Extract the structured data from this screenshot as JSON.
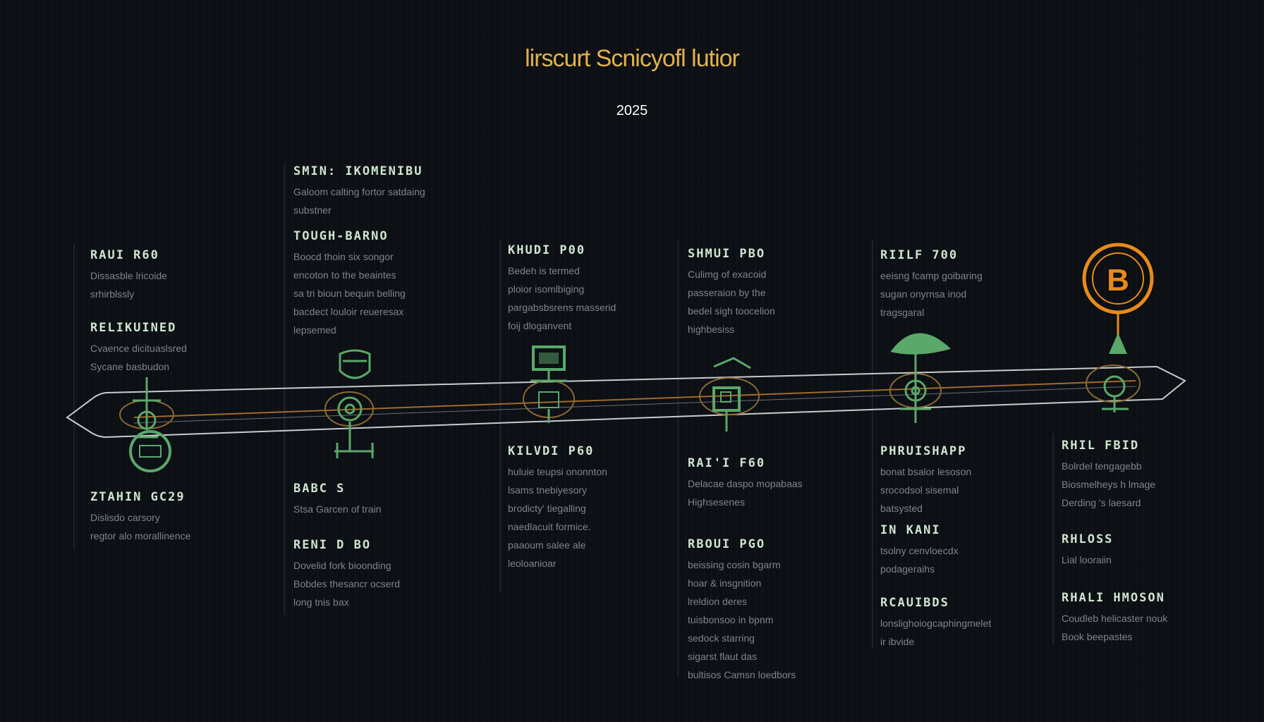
{
  "title": "lirscurt Scnicyofl lutior",
  "year": "2025",
  "colors": {
    "background": "#0c0f14",
    "title": "#e0b24a",
    "accent_green": "#5aa86a",
    "accent_orange": "#e88a1a",
    "track": "#c8ccd0",
    "track_inner": "#a06a2a"
  },
  "nodes": [
    {
      "icon": "coin-stack-icon"
    },
    {
      "icon": "shield-icon"
    },
    {
      "icon": "computer-icon"
    },
    {
      "icon": "wallet-icon"
    },
    {
      "icon": "mushroom-icon"
    },
    {
      "icon": "bitcoin-icon",
      "badge": "B"
    }
  ],
  "blocks": [
    {
      "heading": "RAUI R60",
      "text": "Dissasble lricoide\nsrhirblssly"
    },
    {
      "heading": "RELIKUINED",
      "text": "Cvaence dicituaslsred\nSycane basbudon"
    },
    {
      "heading": "ZTAHIN GC29",
      "text": "Dislisdo carsory\nregtor alo morallinence"
    },
    {
      "heading": "SMIN: IKOMENIBU",
      "text": "Galoom calting fortor satdaing\nsubstner"
    },
    {
      "heading": "TOUGH-BARNO",
      "text": "Boocd thoin six songor\nencoton to the beaintes\nsa tri bioun bequin belling\nbacdect louloir reueresax\nlepsemed"
    },
    {
      "heading": "BABC S",
      "text": "Stsa Garcen of train"
    },
    {
      "heading": "RENI D BO",
      "text": "Dovelid fork bioonding\nBobdes thesancr ocserd\nlong tnis bax"
    },
    {
      "heading": "KHUDI P00",
      "text": "Bedeh is termed\nploior isomlbiging\npargabsbsrens masserid\nfoij dloganvent"
    },
    {
      "heading": "KILVDI P60",
      "text": "huluie teupsi ononnton\nlsams tnebiyesory\nbrodicty' tiegalling\nnaedlacuit formice.\npaaoum salee ale\nleoloanioar"
    },
    {
      "heading": "SHMUI PBO",
      "text": "Culimg of exacoid\npasseraion by the\nbedel sigh toocelion\nhighbesiss"
    },
    {
      "heading": "RAI'I F60",
      "text": "Delacae daspo mopabaas\nHighsesenes"
    },
    {
      "heading": "RBOUI PGO",
      "text": "beissing cosin bgarm\nhoar & insgnition\nlreldion deres\ntuisbonsoo in bpnm\nsedock starring\nsigarst flaut das\nbultisos Camsn loedbors"
    },
    {
      "heading": "RIILF 700",
      "text": "eeisng fcamp goibaring\nsugan onyrnsa inod\ntragsgaral"
    },
    {
      "heading": "PHRUISHAPP",
      "text": "bonat bsalor lesoson\nsrocodsol sisemal\nbatsysted"
    },
    {
      "heading": "IN KANI",
      "text": "tsolny cenvloecdx\npodageraihs"
    },
    {
      "heading": "RCAUIBDS",
      "text": "lonslighoiogcaphingmelet\nir ibvide"
    },
    {
      "heading": "RHIL FBID",
      "text": "Bolrdel tengagebb\nBiosmelheys h lmage\nDerding 's laesard"
    },
    {
      "heading": "RHLOSS",
      "text": "Lial looraiin"
    },
    {
      "heading": "RHALI HMOSON",
      "text": "Coudleb helicaster nouk\nBook beepastes"
    }
  ]
}
